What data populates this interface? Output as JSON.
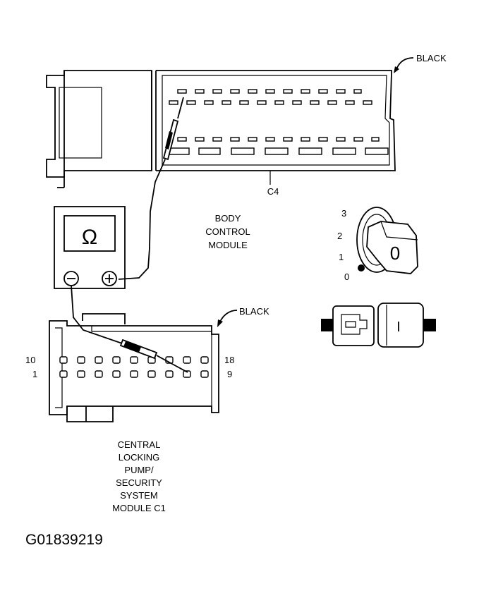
{
  "diagram": {
    "bcm_connector_color": "BLACK",
    "bcm_connector_id": "C4",
    "bcm_label": [
      "BODY",
      "CONTROL",
      "MODULE"
    ],
    "meter_symbol": "Ω",
    "meter_negative": "−",
    "meter_positive": "+",
    "ignition_positions": [
      "3",
      "2",
      "1",
      "0"
    ],
    "ignition_key_symbol": "0",
    "module_connector_color": "BLACK",
    "module_pin_labels": {
      "top_left": "10",
      "bottom_left": "1",
      "top_right": "18",
      "bottom_right": "9"
    },
    "module_label": [
      "CENTRAL",
      "LOCKING",
      "PUMP/",
      "SECURITY",
      "SYSTEM",
      "MODULE C1"
    ],
    "figure_code": "G01839219"
  }
}
